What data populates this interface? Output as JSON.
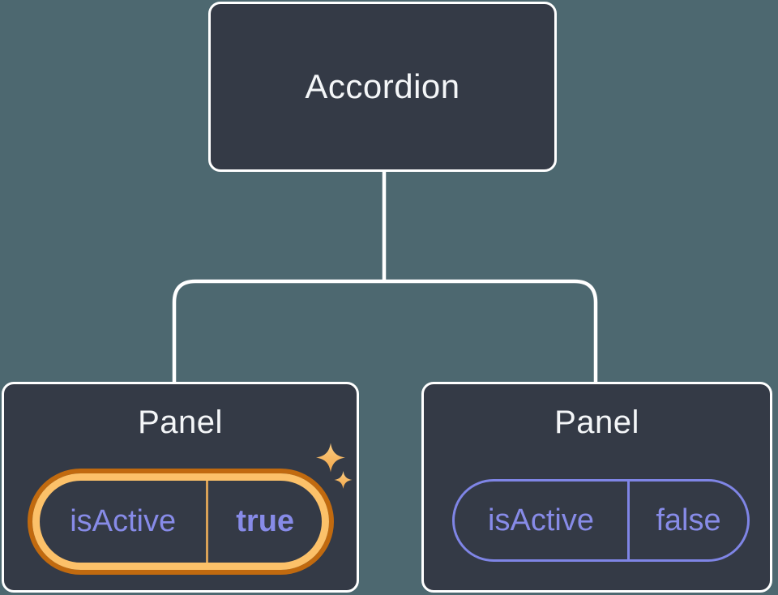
{
  "tree": {
    "root": {
      "label": "Accordion"
    },
    "panels": [
      {
        "title": "Panel",
        "state": {
          "key": "isActive",
          "value": "true"
        },
        "highlighted": true,
        "sparkles": true
      },
      {
        "title": "Panel",
        "state": {
          "key": "isActive",
          "value": "false"
        },
        "highlighted": false,
        "sparkles": false
      }
    ]
  },
  "icons": {
    "sparkle_large": "sparkle-icon",
    "sparkle_small": "sparkle-icon"
  },
  "colors": {
    "background": "#4d6870",
    "node_fill": "#343a46",
    "node_border": "#ffffff",
    "title_text": "#f4f6f8",
    "state_text": "#878be8",
    "state_border": "#7f85e6",
    "highlight_outer": "#c16a0f",
    "highlight_inner": "#fcc169",
    "highlight_divider": "#d9a157",
    "sparkle_light": "#fccd82",
    "sparkle_dark": "#f2a649"
  }
}
